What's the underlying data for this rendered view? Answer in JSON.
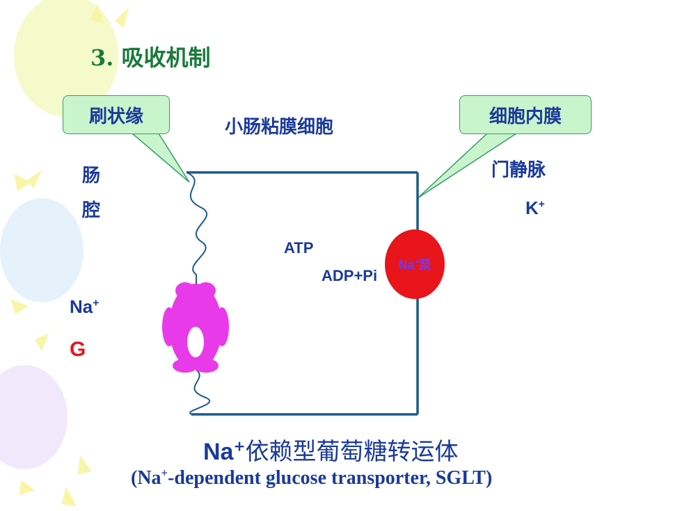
{
  "title": "3.  吸收机制",
  "callouts": {
    "brush_border": "刷状缘",
    "basolateral": "细胞内膜"
  },
  "cell_label": "小肠粘膜细胞",
  "lumen": {
    "line1": "肠",
    "line2": "腔"
  },
  "portal_vein": "门静脉",
  "potassium": {
    "base": "K",
    "sup": "+"
  },
  "sodium": {
    "base": "Na",
    "sup": "+"
  },
  "glucose": "G",
  "atp": "ATP",
  "adp": "ADP+Pi",
  "pump": {
    "base": "Na",
    "sup": "+",
    "suffix": "泵"
  },
  "caption": {
    "base": "Na",
    "sup": "+",
    "main": "依赖型葡萄糖转运体",
    "en_prefix": "(Na",
    "en_sup": "+",
    "en_rest": "-dependent glucose transporter, SGLT)"
  },
  "colors": {
    "title_green": "#1a7a3a",
    "text_blue": "#1a3a9a",
    "transporter_magenta": "#e83ae8",
    "pump_red": "#e8151b",
    "glucose_red": "#e8151b",
    "cell_border": "#1a5a8a"
  }
}
